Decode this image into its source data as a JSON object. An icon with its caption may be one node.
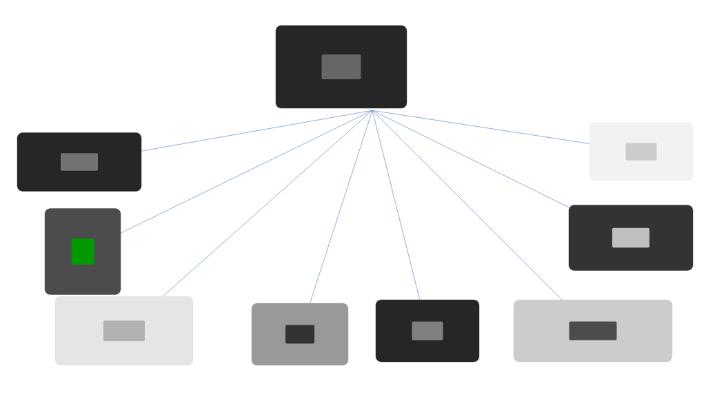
{
  "diagram": {
    "nodes": [
      {
        "text": [],
        "shape": "picture"
      },
      {
        "text": [],
        "shape": "picture"
      },
      {
        "text": [],
        "shape": "picture"
      },
      {
        "text": [],
        "shape": "picture"
      },
      {
        "text": [],
        "shape": "picture"
      },
      {
        "text": [],
        "shape": "picture"
      },
      {
        "text": [],
        "shape": "picture"
      },
      {
        "text": [],
        "shape": "picture"
      },
      {
        "text": [],
        "shape": "picture"
      }
    ],
    "edges": [
      {
        "from": 0,
        "to": 1,
        "arrow": "none"
      },
      {
        "from": 0,
        "to": 2,
        "arrow": "none"
      },
      {
        "from": 0,
        "to": 3,
        "arrow": "none"
      },
      {
        "from": 0,
        "to": 4,
        "arrow": "none"
      },
      {
        "from": 0,
        "to": 5,
        "arrow": "none"
      },
      {
        "from": 0,
        "to": 6,
        "arrow": "none"
      },
      {
        "from": 0,
        "to": 7,
        "arrow": "none"
      },
      {
        "from": 0,
        "to": 8,
        "arrow": "none"
      }
    ]
  }
}
